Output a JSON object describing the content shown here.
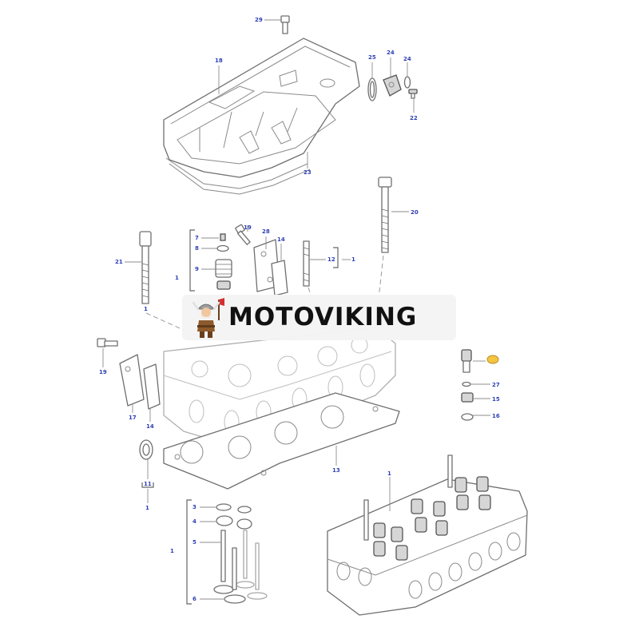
{
  "brand": {
    "name": "MOTOVIKING",
    "logo_icon": "viking-mascot-icon"
  },
  "diagram": {
    "parts": [
      "engine-cylinder-head-cover",
      "cylinder-head-gasket",
      "cylinder-head",
      "cylinder-head-assembly",
      "valves-and-springs",
      "bolts-and-studs",
      "temperature-sensor"
    ],
    "callouts": {
      "c29": "29",
      "c18": "18",
      "c25": "25",
      "c24a": "24",
      "c24b": "24",
      "c22": "22",
      "c23": "23",
      "c20": "20",
      "c19a": "19",
      "c28": "28",
      "c14a": "14",
      "c7": "7",
      "c8": "8",
      "c9": "9",
      "c1a": "1",
      "c21": "21",
      "c1b": "1",
      "c12": "12",
      "c1c": "1",
      "c19b": "19",
      "c17": "17",
      "c14b": "14",
      "c27": "27",
      "c15": "15",
      "c16": "16",
      "c13": "13",
      "c11": "11",
      "c1d": "1",
      "c1e": "1",
      "c3": "3",
      "c4": "4",
      "c5": "5",
      "c6": "6",
      "c1f": "1"
    }
  },
  "colors": {
    "callout": "#2d3fb5",
    "line": "#6f6f6f",
    "sensor_cap": "#f4c542"
  }
}
